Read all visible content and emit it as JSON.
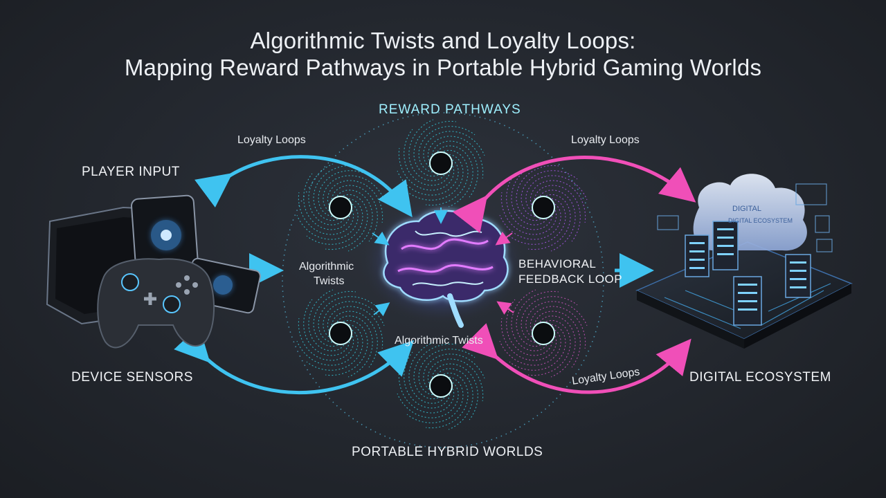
{
  "title": {
    "line1": "Algorithmic Twists and Loyalty Loops:",
    "line2": "Mapping Reward Pathways in Portable Hybrid Gaming Worlds"
  },
  "labels": {
    "player_input": "PLAYER INPUT",
    "device_sensors": "DEVICE SENSORS",
    "digital_ecosystem": "DIGITAL ECOSYSTEM",
    "reward_pathways": "REWARD PATHWAYS",
    "portable_hybrid_worlds": "PORTABLE HYBRID WORLDS",
    "loyalty_loops_top_left": "Loyalty Loops",
    "loyalty_loops_top_right": "Loyalty Loops",
    "loyalty_loops_bottom_right": "Loyalty Loops",
    "algorithmic_twists_left_1": "Algorithmic",
    "algorithmic_twists_left_2": "Twists",
    "algorithmic_twists_bottom": "Algorithmic Twists",
    "behavioral_feedback_1": "BEHAVIORAL",
    "behavioral_feedback_2": "FEEDBACK LOOP",
    "server_sign_1": "DIGITAL",
    "server_sign_2": "DIGITAL ECOSYSTEM"
  },
  "colors": {
    "background": "#23272e",
    "cyan_arrow": "#3fc3f0",
    "magenta_arrow": "#f04fb8",
    "brain_glow": "#c05cf0"
  },
  "icons": {
    "devices": "handheld-devices-icon",
    "brain": "brain-icon",
    "ecosystem": "cloud-server-icon",
    "vortex": "spiral-vortex-icon"
  }
}
